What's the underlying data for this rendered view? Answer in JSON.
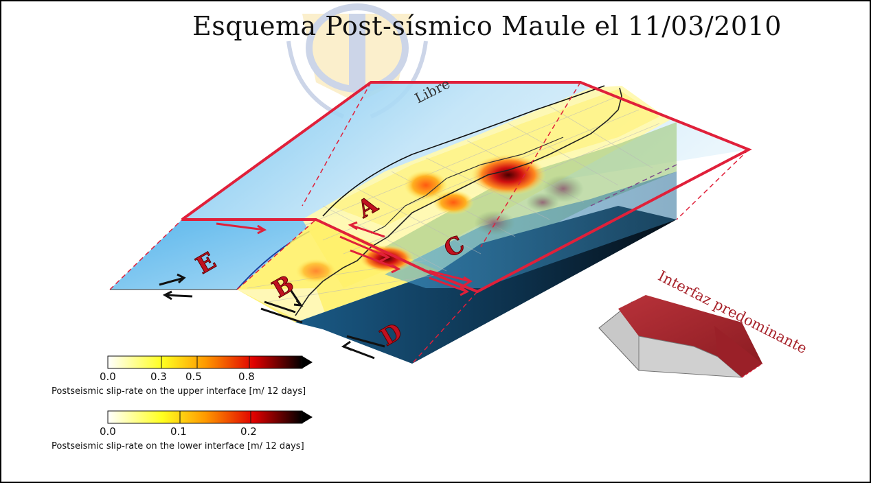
{
  "title": "Esquema Post-sísmico Maule el 11/03/2010",
  "labels": {
    "libre": "Libre",
    "a": "A",
    "b": "B",
    "c": "C",
    "d": "D",
    "e": "E",
    "interfaz": "Interfaz predominante"
  },
  "colorbar_upper": {
    "ticks": [
      "0.0",
      "0.3",
      "0.5",
      "0.8"
    ],
    "caption": "Postseismic slip-rate on the upper interface [m/ 12 days]"
  },
  "colorbar_lower": {
    "ticks": [
      "0.0",
      "0.1",
      "0.2"
    ],
    "caption": "Postseismic slip-rate on the lower interface [m/ 12 days]"
  },
  "colors": {
    "frame_red": "#e0203a",
    "arrow_red": "#a8242c",
    "ocean": "#4aa8e0",
    "deep": "#0d3550",
    "slip_yellow": "#fff066"
  }
}
